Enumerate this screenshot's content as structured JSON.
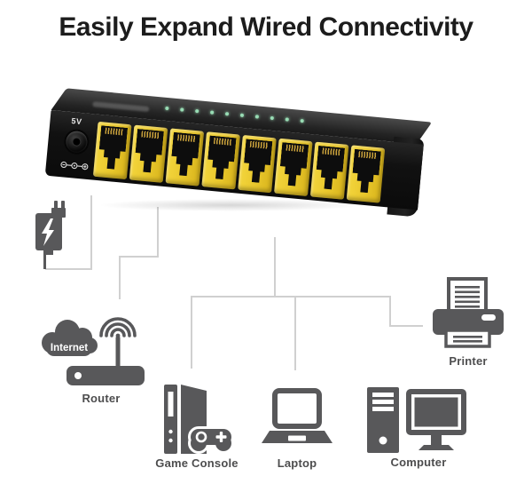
{
  "title": "Easily Expand Wired Connectivity",
  "switch": {
    "power_port_label": "5V",
    "port_count": 8,
    "led_count": 10
  },
  "labels": {
    "internet": "Internet",
    "router": "Router",
    "game_console": "Game Console",
    "laptop": "Laptop",
    "computer": "Computer",
    "printer": "Printer"
  },
  "colors": {
    "port_yellow": "#e8c62b",
    "chassis_black": "#141414",
    "icon_gray": "#58585a",
    "line_gray": "#d0d0d0",
    "led_green": "#98dcb4",
    "label_text": "#4d4d4e",
    "title_text": "#1c1c1c"
  }
}
